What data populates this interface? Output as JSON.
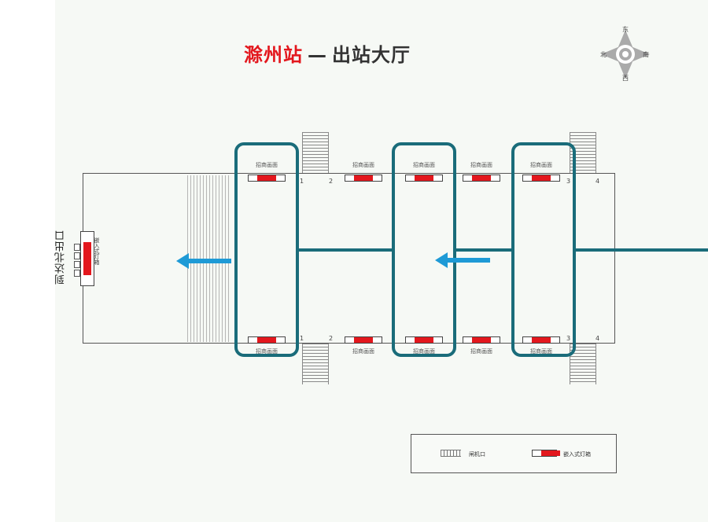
{
  "title": {
    "station": "滁州站",
    "dash": "—",
    "hall": "出站大厅"
  },
  "compass": {
    "east": "东",
    "south": "南",
    "west": "西",
    "north": "北"
  },
  "ad_label": "招商画面",
  "stair_numbers": [
    "1",
    "2",
    "3",
    "4"
  ],
  "exit": {
    "label": "到达北出口",
    "sign_text": "嵌入式灯箱"
  },
  "legend": {
    "gate_label": "闸机口",
    "lightbox_label": "嵌入式灯箱"
  },
  "colors": {
    "station_red": "#e3171d",
    "teal": "#1a6c7a",
    "arrow_blue": "#1e9ad6"
  }
}
